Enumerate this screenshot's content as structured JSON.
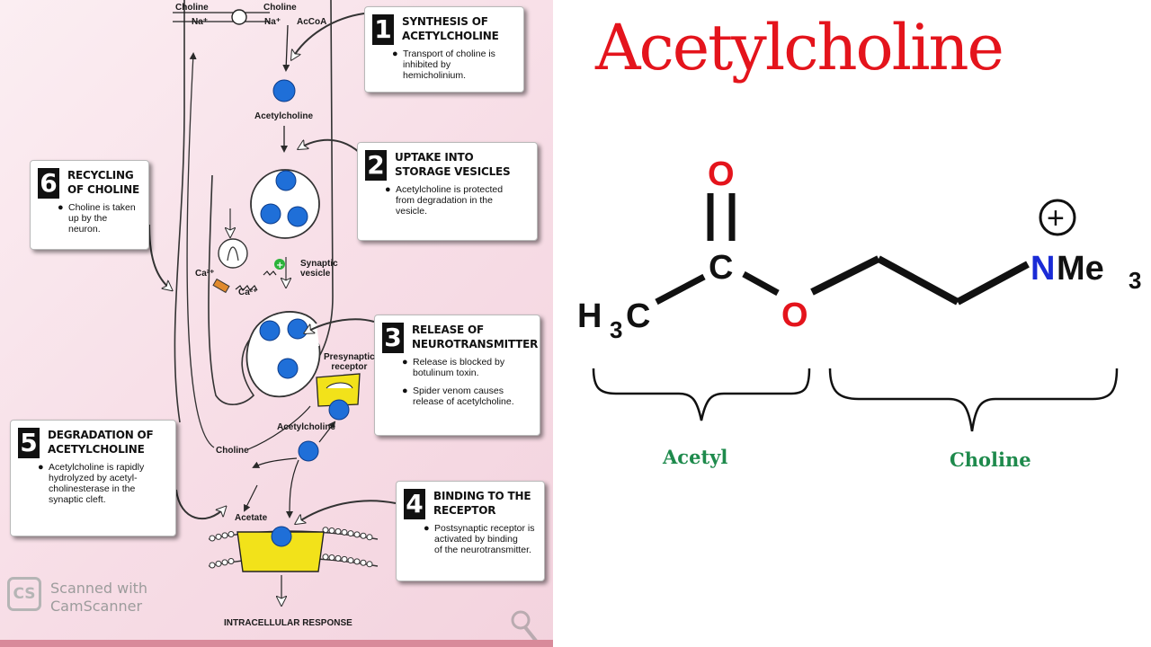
{
  "title": "Acetylcholine",
  "steps": [
    {
      "num": "1",
      "title": "SYNTHESIS OF\nACETYLCHOLINE",
      "bullets": [
        "Transport of choline is\ninhibited by hemicholinium."
      ]
    },
    {
      "num": "2",
      "title": "UPTAKE INTO\nSTORAGE VESICLES",
      "bullets": [
        "Acetylcholine is protected\nfrom degradation in the\nvesicle."
      ]
    },
    {
      "num": "3",
      "title": "RELEASE OF\nNEUROTRANSMITTER",
      "bullets": [
        "Release is blocked by\nbotulinum toxin.",
        "Spider venom causes\nrelease of acetylcholine."
      ]
    },
    {
      "num": "4",
      "title": "BINDING TO THE\nRECEPTOR",
      "bullets": [
        "Postsynaptic receptor is\nactivated by binding\nof the neurotransmitter."
      ]
    },
    {
      "num": "5",
      "title": "DEGRADATION OF\nACETYLCHOLINE",
      "bullets": [
        "Acetylcholine is rapidly\nhydrolyzed by acetyl-\ncholinesterase in the\nsynaptic cleft."
      ]
    },
    {
      "num": "6",
      "title": "RECYCLING\nOF CHOLINE",
      "bullets": [
        "Choline is taken\nup by the neuron."
      ]
    }
  ],
  "diagram_labels": {
    "choline_top_left": "Choline",
    "na_left": "Na⁺",
    "choline_top_right": "Choline",
    "na_right": "Na⁺",
    "accoa": "AcCoA",
    "acetylcholine_top": "Acetylcholine",
    "ca_left": "Ca²⁺",
    "ca_right": "Ca²⁺",
    "synaptic_vesicle": "Synaptic\nvesicle",
    "presynaptic_receptor": "Presynaptic\nreceptor",
    "acetylcholine_cleft": "Acetylcholine",
    "choline_cleft": "Choline",
    "acetate": "Acetate",
    "intracellular_response": "INTRACELLULAR RESPONSE"
  },
  "watermark": {
    "logo": "CS",
    "text": "Scanned with\nCamScanner"
  },
  "molecule": {
    "oxygen_carbonyl": "O",
    "carbon": "C",
    "oxygen_ester": "O",
    "methyl_h": "H",
    "methyl_sub": "3",
    "methyl_c": "C",
    "nitrogen": "N",
    "me": "Me",
    "me_sub": "3",
    "charge": "+",
    "acetyl_label": "Acetyl",
    "choline_label": "Choline"
  },
  "colors": {
    "title": "#e4141c",
    "oxygen": "#e4141c",
    "nitrogen": "#1a2bd6",
    "group_label": "#1e8a4c",
    "vesicle": "#1f6fd8",
    "receptor": "#f2e21a"
  }
}
